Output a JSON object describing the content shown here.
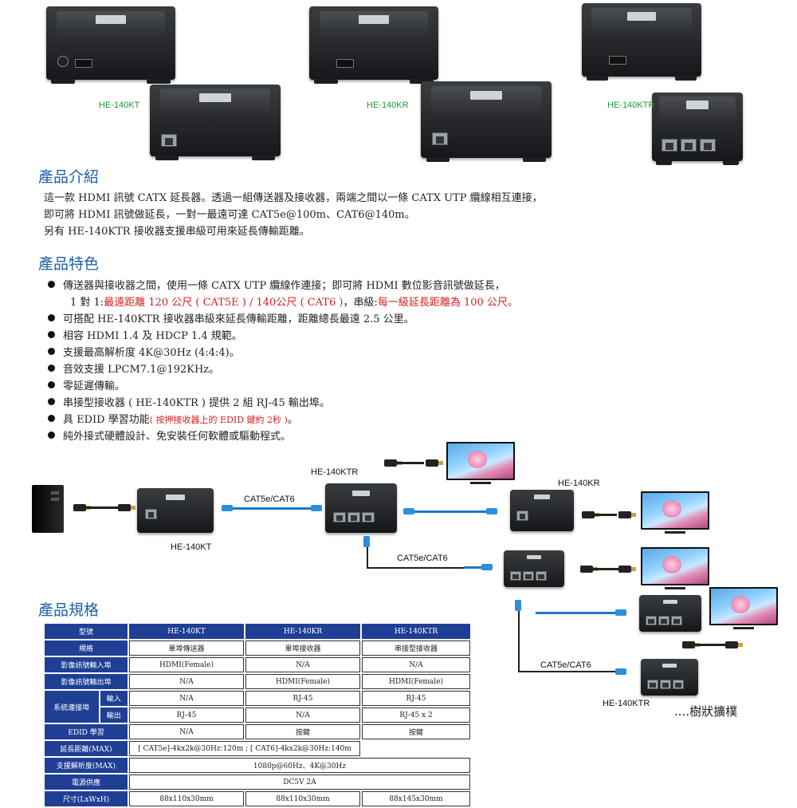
{
  "products": {
    "kt_label": "HE-140KT",
    "kr_label": "HE-140KR",
    "ktr_label": "HE-140KTR"
  },
  "intro": {
    "title": "產品介紹",
    "lines": [
      "這一款 HDMI 訊號 CATX 延長器。透過一組傳送器及接收器，兩端之間以一條 CATX UTP 纜線相互連接，",
      "即可將 HDMI 訊號做延長，一對一最遠可達 CAT5e@100m、CAT6@140m。",
      "另有 HE-140KTR 接收器支援串級可用來延長傳輸距離。"
    ]
  },
  "features": {
    "title": "產品特色",
    "f1a": "傳送器與接收器之間，使用一條 CATX UTP 纜線作連接；即可將 HDMI 數位影音訊號做延長，",
    "f1b_pre": "1 對 1:",
    "f1b_red1": "最遠距離 120 公尺 ( CAT5E ) / 140公尺 ( CAT6 )",
    "f1b_mid": "，串級:",
    "f1b_red2": "每一級延長距離為 100 公尺。",
    "f2": "可搭配 HE-140KTR 接收器串級來延長傳輸距離，距離總長最遠 2.5 公里。",
    "f3": "相容 HDMI 1.4 及 HDCP 1.4 規範。",
    "f4": "支援最高解析度 4K@30Hz (4:4:4)。",
    "f5": "音效支援 LPCM7.1@192KHz。",
    "f6": "零延遲傳輸。",
    "f7": "串接型接收器 ( HE-140KTR ) 提供 2 組 RJ-45 輸出埠。",
    "f8_pre": "具 EDID 學習功能",
    "f8_red": "( 按押接收器上的 EDID 鍵約 2秒 )",
    "f8_post": "。",
    "f9": "純外接式硬體設計、免安裝任何軟體或驅動程式。"
  },
  "diagram": {
    "ktr_label": "HE-140KTR",
    "kr_label": "HE-140KR",
    "kt_label": "HE-140KT",
    "cat_1": "CAT5e/CAT6",
    "cat_2": "CAT5e/CAT6",
    "cat_3": "CAT5e/CAT6",
    "ktr_bottom_label": "HE-140KTR",
    "tree_label": "....樹狀擴樸"
  },
  "specs": {
    "title": "產品規格",
    "col_model": "型號",
    "models": [
      "HE-140KT",
      "HE-140KR",
      "HE-140KTR"
    ],
    "row_spec": "規格",
    "spec_vals": [
      "單埠傳送器",
      "單埠接收器",
      "串接型接收器"
    ],
    "row_in": "影像訊號輸入埠",
    "in_vals": [
      "HDMI(Female)",
      "N/A",
      "N/A"
    ],
    "row_out": "影像訊號輸出埠",
    "out_vals": [
      "N/A",
      "HDMI(Female)",
      "HDMI(Female)"
    ],
    "row_sys": "系統連接埠",
    "sub_in": "輸入",
    "sys_in_vals": [
      "N/A",
      "RJ-45",
      "RJ-45"
    ],
    "sub_out": "輸出",
    "sys_out_vals": [
      "RJ-45",
      "N/A",
      "RJ-45 x 2"
    ],
    "row_edid": "EDID 學習",
    "edid_vals": [
      "N/A",
      "按鍵",
      "按鍵"
    ],
    "row_dist": "延長距離(MAX)",
    "dist_val": "[ CAT5e]-4kx2k@30Hz:120m ; [ CAT6]-4kx2k@30Hz:140m",
    "row_res": "支援解析度(MAX)",
    "res_val": "1080p@60Hz、4K@30Hz",
    "row_power": "電源供應",
    "power_val": "DC5V 2A",
    "row_size": "尺寸(LxWxH)",
    "size_vals": [
      "88x110x30mm",
      "88x110x30mm",
      "88x145x30mm"
    ]
  }
}
